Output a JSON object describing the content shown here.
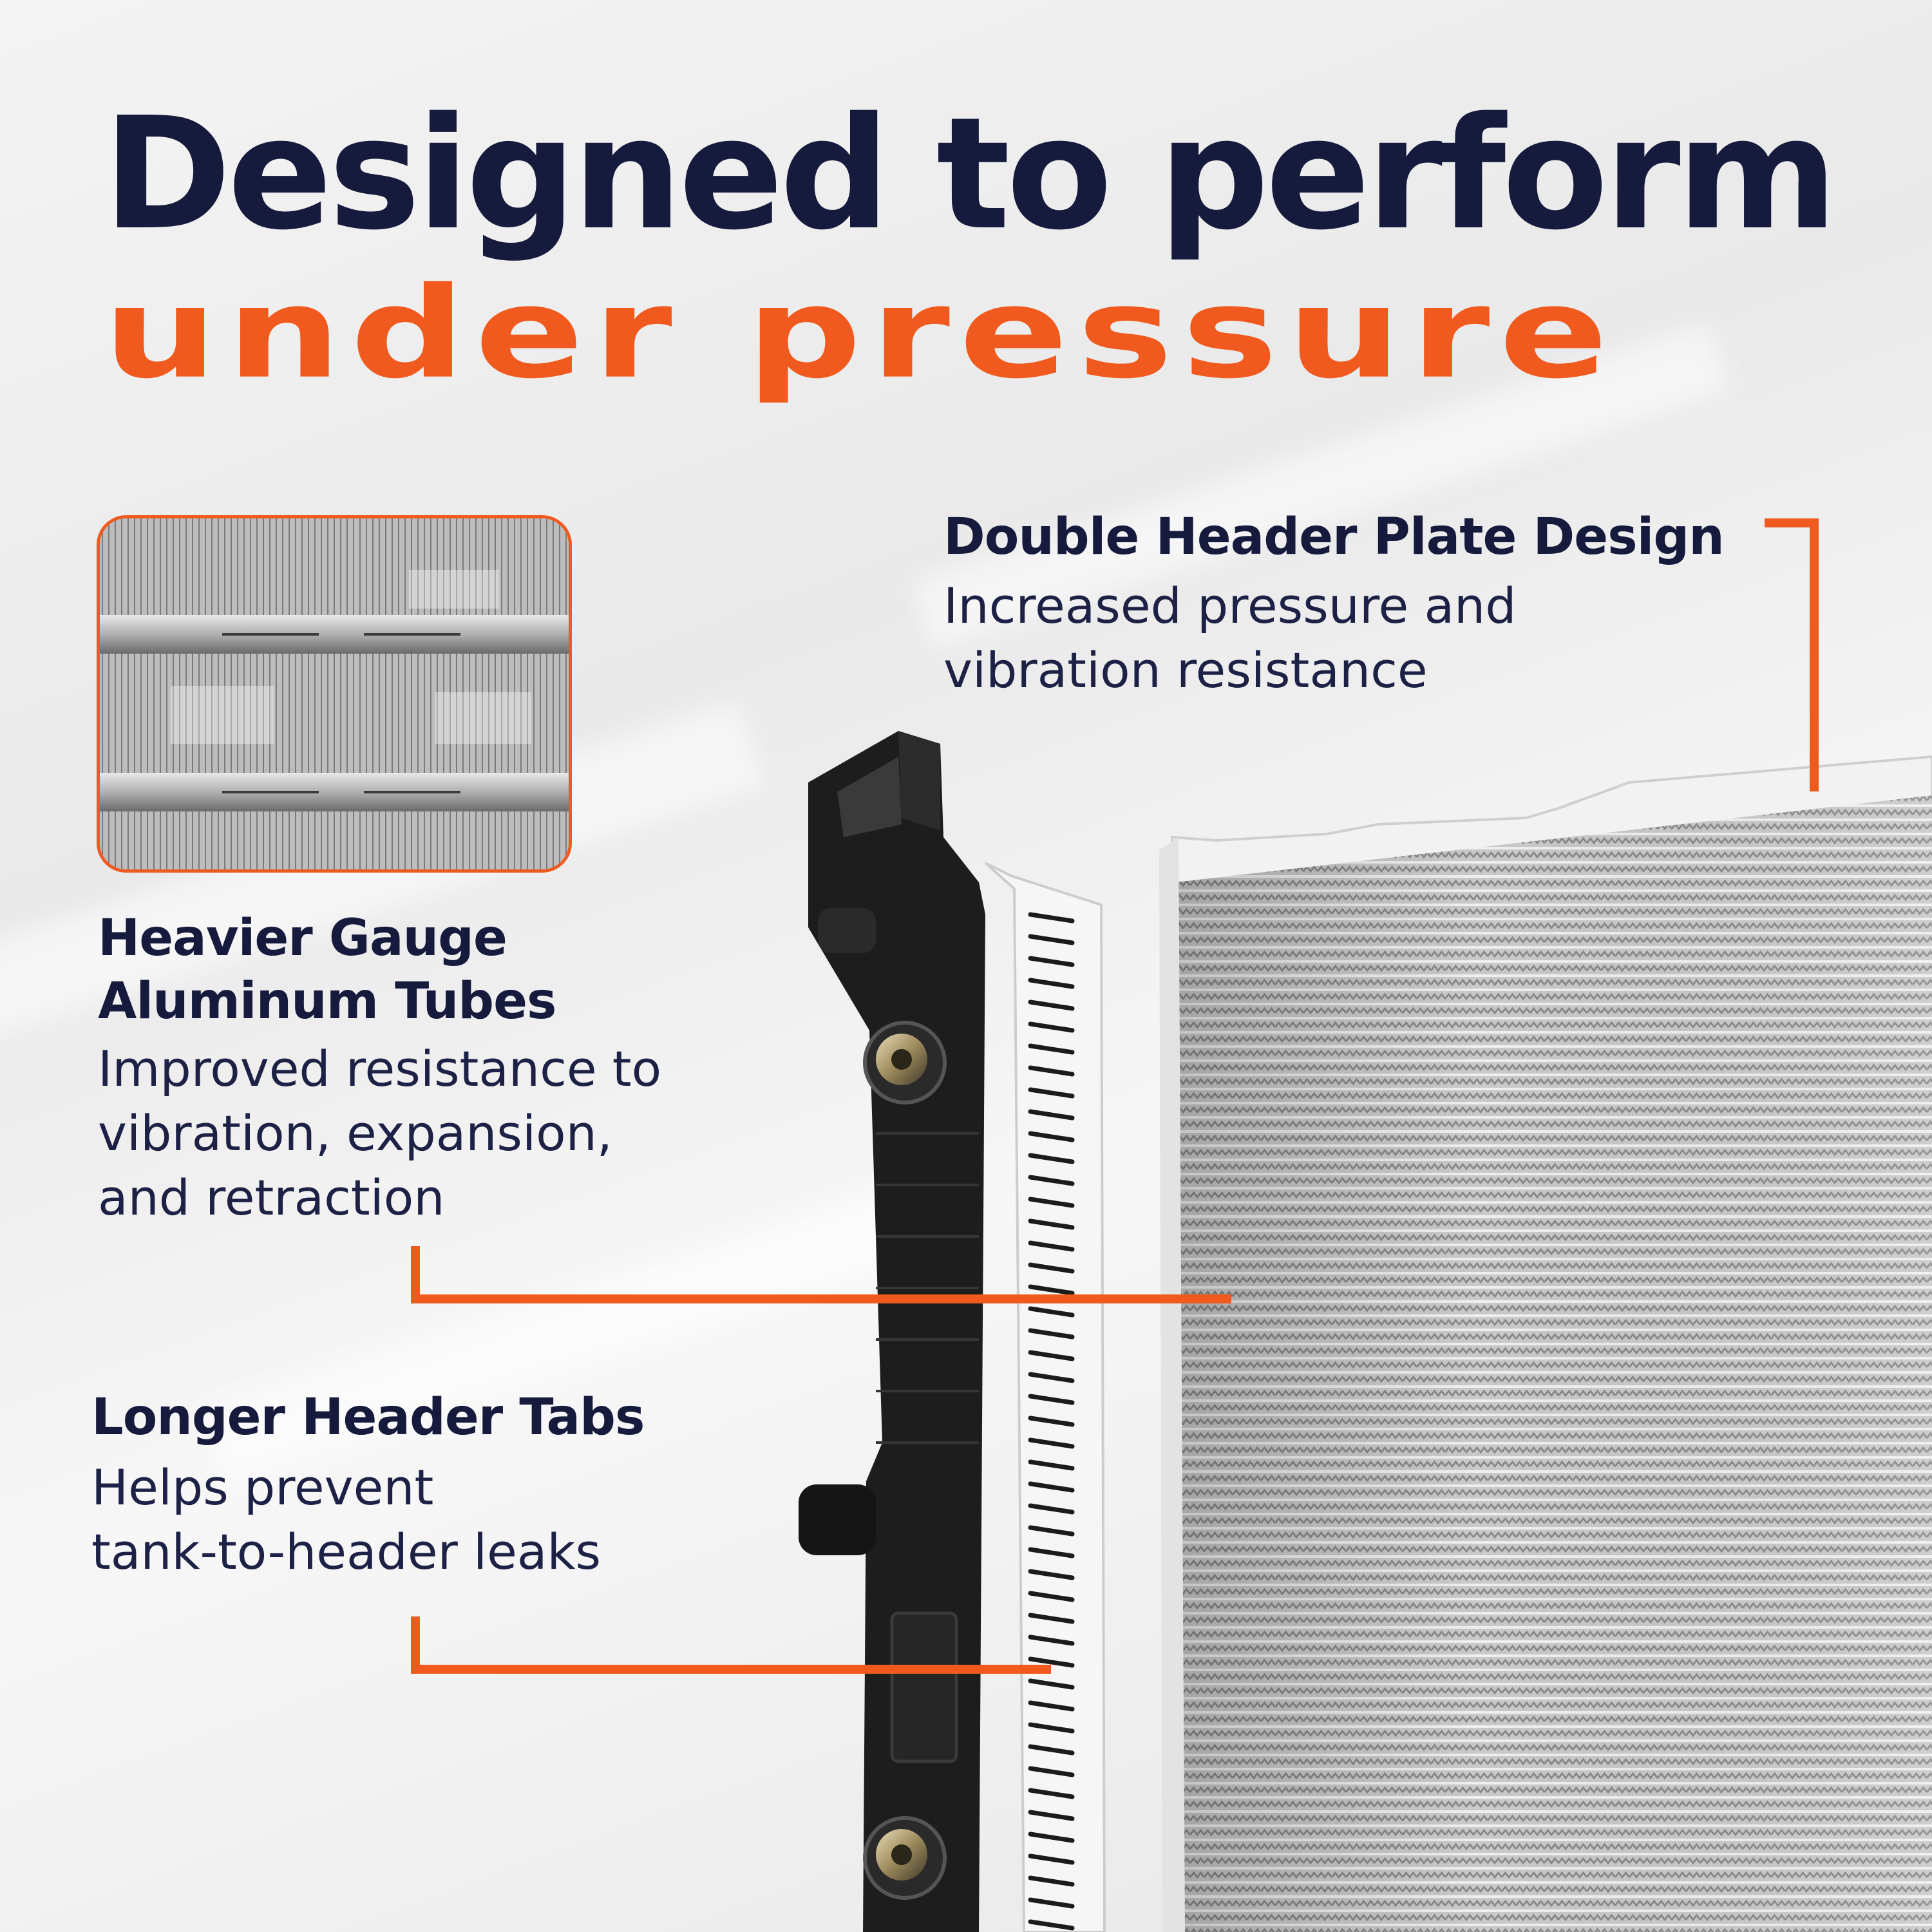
{
  "headline": {
    "line1": "Designed to perform",
    "line2": "under pressure"
  },
  "callouts": {
    "double_header": {
      "title": "Double Header Plate Design",
      "desc_line1": "Increased pressure and",
      "desc_line2": "vibration resistance"
    },
    "heavier_gauge": {
      "title_line1": "Heavier Gauge",
      "title_line2": "Aluminum Tubes",
      "desc_line1": "Improved resistance to",
      "desc_line2": "vibration, expansion,",
      "desc_line3": "and retraction"
    },
    "header_tabs": {
      "title": "Longer Header Tabs",
      "desc_line1": "Helps prevent",
      "desc_line2": "tank-to-header leaks"
    }
  },
  "colors": {
    "navy": "#161b3d",
    "orange": "#f05a1e",
    "background": "#efefef"
  }
}
